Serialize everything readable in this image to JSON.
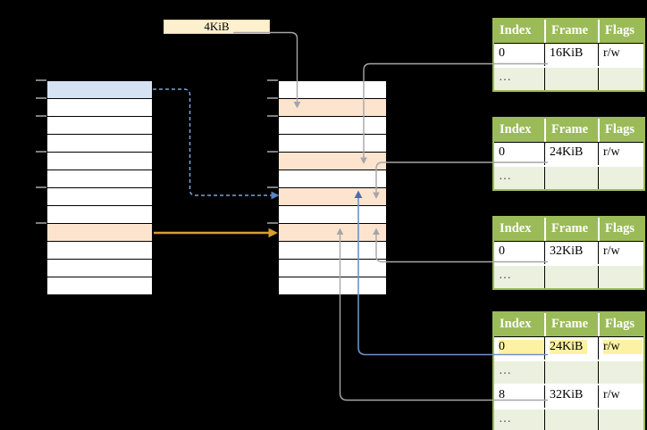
{
  "frame_label": {
    "text": "4KiB"
  },
  "virtual_memory": {
    "rows": 12,
    "blue_rows": [
      0
    ],
    "peach_rows": [
      8
    ],
    "tick_rows": [
      0,
      1,
      2,
      4,
      6,
      8
    ]
  },
  "physical_memory": {
    "rows": 12,
    "blue_rows": [],
    "peach_rows": [
      1,
      4,
      6,
      8
    ],
    "tick_rows": [
      0,
      1,
      2,
      4,
      6,
      8
    ]
  },
  "page_tables": [
    {
      "id": "page-table-16kib",
      "headers": [
        "Index",
        "Frame",
        "Flags"
      ],
      "rows": [
        {
          "cells": [
            "0",
            "16KiB",
            "r/w"
          ],
          "shaded": false,
          "highlight": false
        },
        {
          "cells": [
            "…",
            "",
            ""
          ],
          "shaded": true,
          "highlight": false
        }
      ]
    },
    {
      "id": "page-table-24kib",
      "headers": [
        "Index",
        "Frame",
        "Flags"
      ],
      "rows": [
        {
          "cells": [
            "0",
            "24KiB",
            "r/w"
          ],
          "shaded": false,
          "highlight": false
        },
        {
          "cells": [
            "…",
            "",
            ""
          ],
          "shaded": true,
          "highlight": false
        }
      ]
    },
    {
      "id": "page-table-32kib",
      "headers": [
        "Index",
        "Frame",
        "Flags"
      ],
      "rows": [
        {
          "cells": [
            "0",
            "32KiB",
            "r/w"
          ],
          "shaded": false,
          "highlight": false
        },
        {
          "cells": [
            "…",
            "",
            ""
          ],
          "shaded": true,
          "highlight": false
        }
      ]
    },
    {
      "id": "page-table-level2",
      "headers": [
        "Index",
        "Frame",
        "Flags"
      ],
      "rows": [
        {
          "cells": [
            "0",
            "24KiB",
            "r/w"
          ],
          "shaded": false,
          "highlight": true
        },
        {
          "cells": [
            "…",
            "",
            ""
          ],
          "shaded": true,
          "highlight": false
        },
        {
          "cells": [
            "8",
            "32KiB",
            "r/w"
          ],
          "shaded": false,
          "highlight": false
        },
        {
          "cells": [
            "…",
            "",
            ""
          ],
          "shaded": true,
          "highlight": false
        }
      ]
    }
  ],
  "colors": {
    "background": "#000000",
    "table_green": "#9bbb59",
    "row_alt_green": "#ebf1de",
    "peach_row": "#fde4cf",
    "blue_row": "#d5e2f4",
    "cream_label": "#fdf0cd",
    "yellow_highlight": "#fdf1a3",
    "gray_connector": "#a6a6a6",
    "blue_connector": "#7191c4",
    "blue_arrowhead": "#4d6fa8",
    "dashed_blue": "#7ba3d6",
    "orange_arrow": "#d99e2e",
    "tick_gray": "#7f7f7f"
  }
}
